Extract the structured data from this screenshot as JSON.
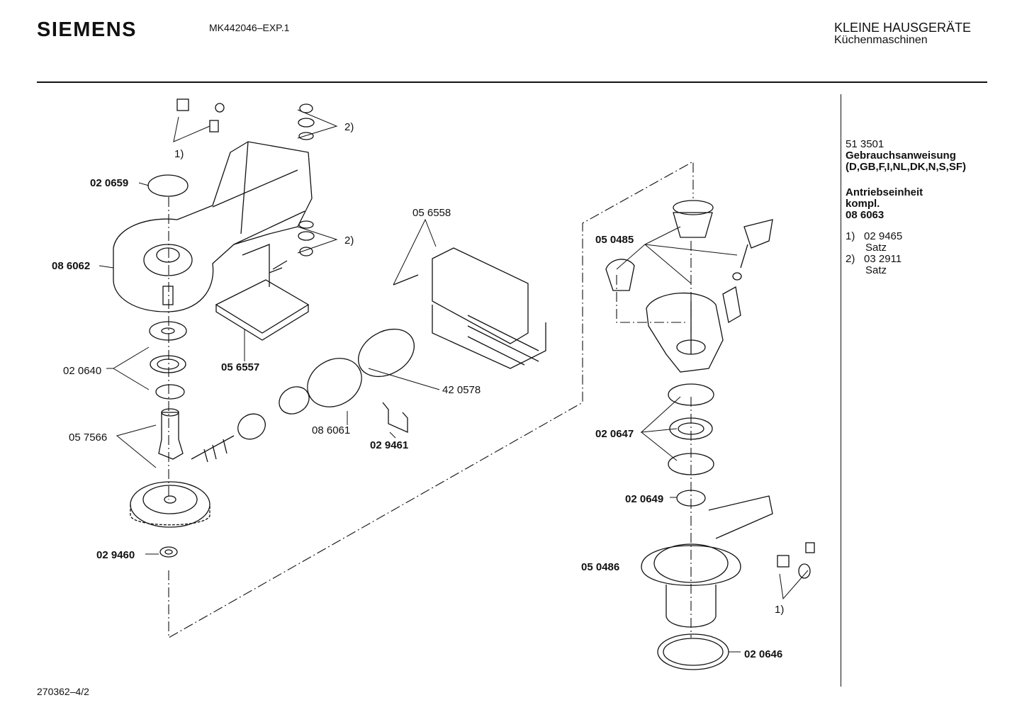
{
  "header": {
    "brand": "SIEMENS",
    "document_id": "MK442046–EXP.1",
    "category": "KLEINE HAUSGERÄTE",
    "subcategory": "Küchenmaschinen"
  },
  "footer": {
    "drawing_number": "270362–4/2"
  },
  "side_info": {
    "manual_number": "51 3501",
    "manual_title": "Gebrauchsanweisung",
    "manual_languages": "(D,GB,F,I,NL,DK,N,S,SF)",
    "drive_unit_line1": "Antriebseinheit",
    "drive_unit_line2": "kompl.",
    "drive_unit_number": "08 6063",
    "notes": [
      {
        "marker": "1)",
        "number": "02 9465",
        "text": "Satz"
      },
      {
        "marker": "2)",
        "number": "03 2911",
        "text": "Satz"
      }
    ]
  },
  "part_labels": {
    "p_020659": "02 0659",
    "p_086062": "08 6062",
    "p_020640": "02 0640",
    "p_057566": "05 7566",
    "p_029460": "02 9460",
    "p_056557": "05 6557",
    "p_056558": "05 6558",
    "p_420578": "42 0578",
    "p_086061": "08 6061",
    "p_029461": "02 9461",
    "p_050485": "05 0485",
    "p_020647": "02 0647",
    "p_020649": "02 0649",
    "p_050486": "05 0486",
    "p_020646": "02 0646",
    "ref1_top": "1)",
    "ref2_upper": "2)",
    "ref2_lower": "2)",
    "ref1_bottom": "1)"
  }
}
